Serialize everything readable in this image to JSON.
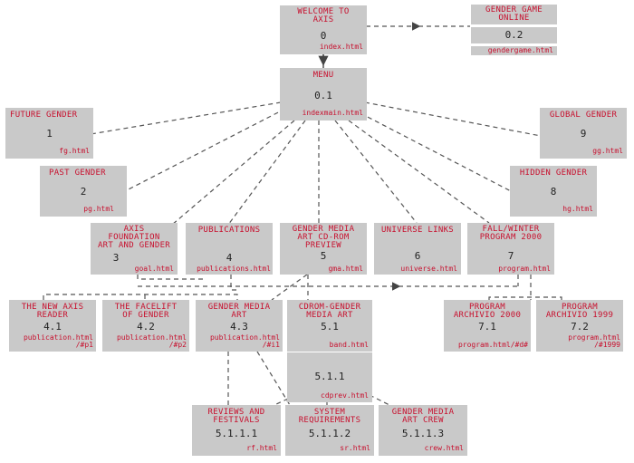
{
  "nodes": {
    "welcome": {
      "title": "WELCOME TO\nAXIS",
      "num": "0",
      "file": "index.html"
    },
    "gendergame": {
      "title": "GENDER GAME\nONLINE",
      "num": "0.2",
      "file": "gendergame.html"
    },
    "menu": {
      "title": "MENU",
      "num": "0.1",
      "file": "indexmain.html"
    },
    "future": {
      "title": "FUTURE GENDER",
      "num": "1",
      "file": "fg.html"
    },
    "global": {
      "title": "GLOBAL GENDER",
      "num": "9",
      "file": "gg.html"
    },
    "past": {
      "title": "PAST GENDER",
      "num": "2",
      "file": "pg.html"
    },
    "hidden": {
      "title": "HIDDEN GENDER",
      "num": "8",
      "file": "hg.html"
    },
    "axisfound": {
      "title": "AXIS\nFOUNDATION\nART AND GENDER",
      "num": "3",
      "file": "goal.html"
    },
    "publications": {
      "title": "PUBLICATIONS",
      "num": "4",
      "file": "publications.html"
    },
    "gmaprev": {
      "title": "GENDER MEDIA\nART CD-ROM\nPREVIEW",
      "num": "5",
      "file": "gma.html"
    },
    "universe": {
      "title": "UNIVERSE LINKS",
      "num": "6",
      "file": "universe.html"
    },
    "fallwinter": {
      "title": "FALL/WINTER\nPROGRAM 2000",
      "num": "7",
      "file": "program.html"
    },
    "newaxis": {
      "title": "THE NEW AXIS\nREADER",
      "num": "4.1",
      "file": "publication.html\n/#p1"
    },
    "facelift": {
      "title": "THE FACELIFT\nOF GENDER",
      "num": "4.2",
      "file": "publication.html\n/#p2"
    },
    "gmart": {
      "title": "GENDER MEDIA\nART",
      "num": "4.3",
      "file": "publication.html\n/#i1"
    },
    "cdrom": {
      "title": "CDROM-GENDER\nMEDIA ART",
      "num": "5.1",
      "file": "band.html"
    },
    "cdprev": {
      "title": "",
      "num": "5.1.1",
      "file": "cdprev.html"
    },
    "arch2000": {
      "title": "PROGRAM\nARCHIVIO 2000",
      "num": "7.1",
      "file": "program.html/#d#"
    },
    "arch1999": {
      "title": "PROGRAM\nARCHIVIO 1999",
      "num": "7.2",
      "file": "program.html\n/#1999"
    },
    "reviews": {
      "title": "REVIEWS AND\nFESTIVALS",
      "num": "5.1.1.1",
      "file": "rf.html"
    },
    "sysreq": {
      "title": "SYSTEM\nREQUIREMENTS",
      "num": "5.1.1.2",
      "file": "sr.html"
    },
    "crew": {
      "title": "GENDER MEDIA\nART CREW",
      "num": "5.1.1.3",
      "file": "crew.html"
    }
  },
  "colors": {
    "box": "#c9c9c9",
    "label": "#c8102e",
    "number": "#222222",
    "line": "#555555"
  }
}
